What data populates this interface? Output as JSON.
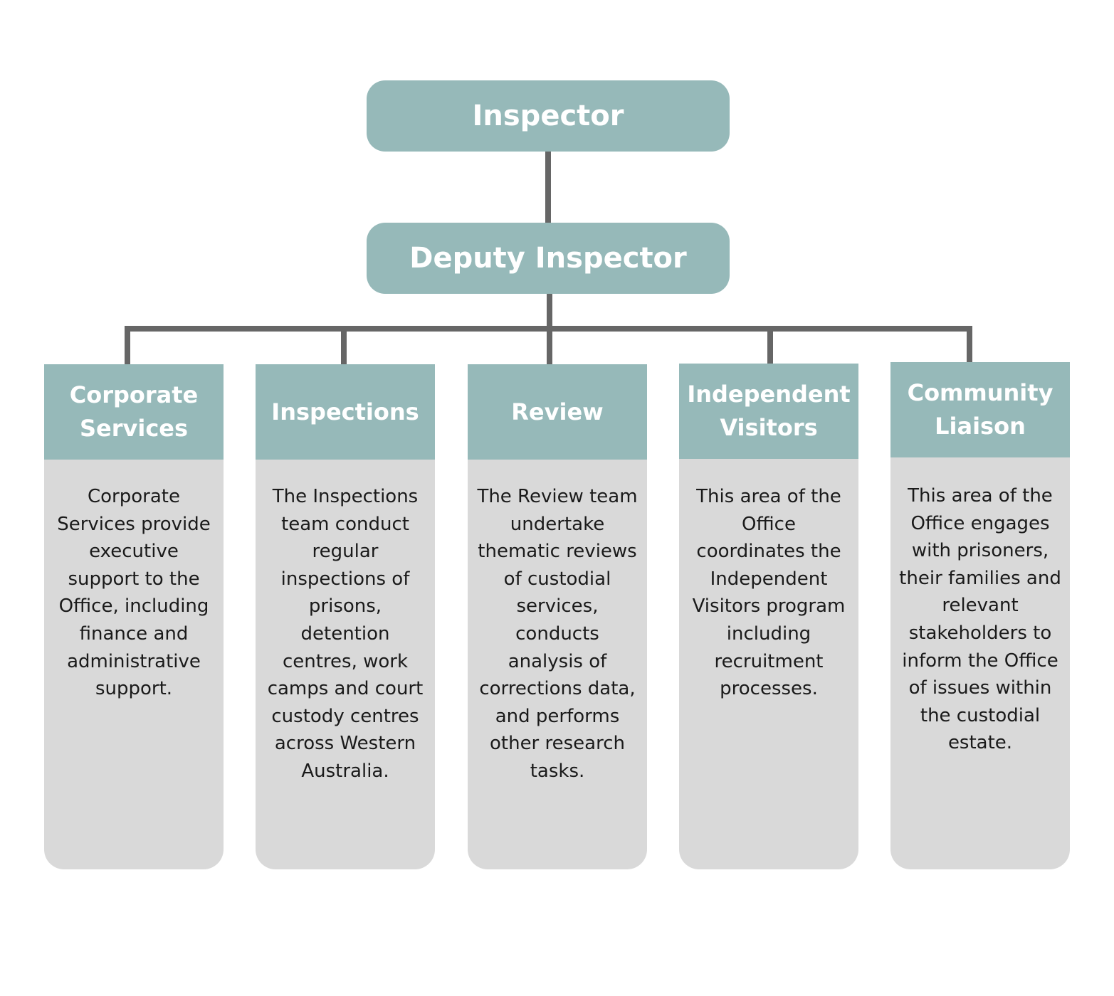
{
  "inspector": {
    "title": "Inspector"
  },
  "deputy": {
    "title": "Deputy Inspector"
  },
  "units": [
    {
      "title": "Corporate Services",
      "description": "Corporate Services provide executive support to the Office, including finance and administrative support."
    },
    {
      "title": "Inspections",
      "description": "The Inspections team conduct regular inspections of prisons, detention centres, work camps and court custody centres across Western Australia."
    },
    {
      "title": "Review",
      "description": "The Review team undertake thematic reviews of custodial services, conducts analysis of corrections data, and performs other research tasks."
    },
    {
      "title": "Independent Visitors",
      "description": "This area of the Office coordinates the Independent Visitors program including recruitment processes."
    },
    {
      "title": "Community Liaison",
      "description": "This area of the Office engages with prisoners, their families and relevant stakeholders to inform the Office of issues within the custodial estate."
    }
  ],
  "colors": {
    "header_fill": "#96b9b9",
    "body_fill": "#d9d9d9",
    "connector": "#666666"
  }
}
